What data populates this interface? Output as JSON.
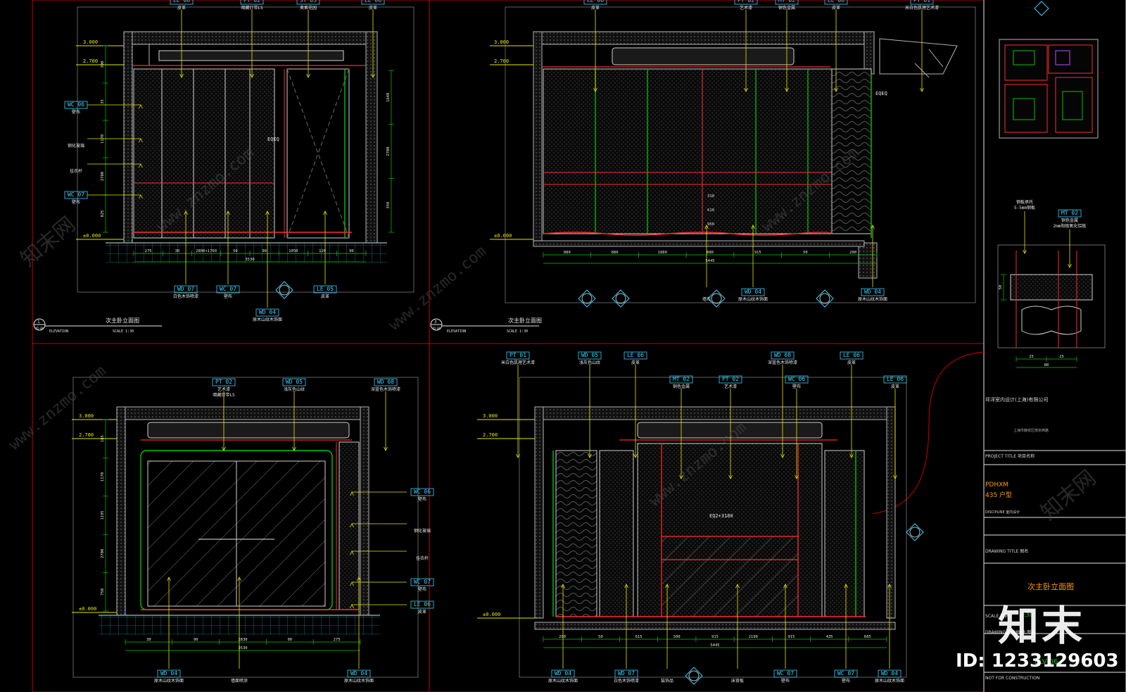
{
  "quadrant_labels": {
    "q1": {
      "number": "1",
      "ref": "ID-06",
      "title_cn": "次主卧立面图",
      "type": "ELEVATION",
      "scale": "SCALE  1:30"
    },
    "q3": {
      "number": "3",
      "ref": "ID-06",
      "title_cn": "次主卧立面图",
      "type": "ELEVATION",
      "scale": "SCALE  1:30"
    }
  },
  "levels": {
    "top": "3.000",
    "ceiling": "2.700",
    "floor": "±0.000"
  },
  "elevation_1": {
    "tags_top": [
      {
        "code": "LE 06",
        "desc": "皮革"
      },
      {
        "code": "PT 02",
        "desc": "暗藏灯带LS"
      },
      {
        "code": "ST 03",
        "desc": "奥索花园"
      },
      {
        "code": "LE 06",
        "desc": "皮革"
      }
    ],
    "tags_left": [
      {
        "code": "WC 06",
        "desc": "壁布"
      },
      {
        "code": "",
        "desc": "钢化玻璃"
      },
      {
        "code": "",
        "desc": "挂衣杆"
      },
      {
        "code": "WC 07",
        "desc": "壁布"
      }
    ],
    "tags_bottom": [
      {
        "code": "WD 07",
        "desc": "白色木饰喷漆"
      },
      {
        "code": "WC 07",
        "desc": "壁布"
      },
      {
        "code": "WD 04",
        "desc": "原木山纹木饰面"
      },
      {
        "code": "LE 05",
        "desc": "皮革"
      }
    ],
    "dims_bottom": [
      "275",
      "30",
      "2800+1760",
      "50",
      "90",
      "1050",
      "120",
      "90",
      "3530"
    ],
    "dims_right": [
      "1640",
      "2700",
      "350"
    ],
    "dims_left": [
      "300",
      "35",
      "1170",
      "2700",
      "825"
    ],
    "marker": "EQEQ"
  },
  "elevation_3": {
    "tags_top": [
      {
        "code": "LE 06",
        "desc": "皮革"
      },
      {
        "code": "PT 02",
        "desc": "艺术漆"
      },
      {
        "code": "MT 02",
        "desc": "铜色金属"
      },
      {
        "code": "LE 06",
        "desc": "皮革"
      },
      {
        "code": "PT 01",
        "desc": "米白色肌理艺术漆"
      }
    ],
    "tags_bottom": [
      {
        "code": "",
        "desc": "墙布"
      },
      {
        "code": "WD 04",
        "desc": "原木山纹木饰面"
      },
      {
        "code": "WD 04",
        "desc": "原木山纹木饰面"
      }
    ],
    "dims_bottom": [
      "880",
      "880",
      "1880",
      "880",
      "915",
      "50",
      "200",
      "5445"
    ],
    "dims_inner": [
      "310",
      "610",
      "950"
    ],
    "marker": "EQEQ"
  },
  "elevation_2": {
    "tags_top": [
      {
        "code": "PT 02",
        "desc": "艺术漆",
        "sub": "暗藏灯带LS"
      },
      {
        "code": "WD 05",
        "desc": "浅灰色山纹"
      },
      {
        "code": "WD 08",
        "desc": "深蓝色木饰喷漆"
      }
    ],
    "tags_right": [
      {
        "code": "WC 06",
        "desc": "壁布"
      },
      {
        "code": "",
        "desc": "钢化玻璃"
      },
      {
        "code": "",
        "desc": "挂衣杆"
      },
      {
        "code": "WC 07",
        "desc": "壁布"
      },
      {
        "code": "LE 06",
        "desc": "皮革"
      }
    ],
    "tags_bottom": [
      {
        "code": "WD 04",
        "desc": "原木山纹木饰面"
      },
      {
        "code": "",
        "desc": "墙面喷涂"
      },
      {
        "code": "WD 04",
        "desc": "原木山纹木饰面"
      }
    ],
    "dims_bottom": [
      "30",
      "90",
      "2830",
      "90",
      "275",
      "3530"
    ],
    "dims_left": [
      "185",
      "1170",
      "1195",
      "2700",
      "750"
    ]
  },
  "elevation_4": {
    "tags_top_row1": [
      {
        "code": "PT 01",
        "desc": "米白色肌理艺术漆"
      },
      {
        "code": "WD 05",
        "desc": "浅灰色山纹"
      },
      {
        "code": "LE 06",
        "desc": "皮革"
      },
      {
        "code": "WD 08",
        "desc": "深蓝色木饰喷漆"
      },
      {
        "code": "LE 06",
        "desc": "皮革"
      }
    ],
    "tags_top_row2": [
      {
        "code": "MT 02",
        "desc": "铜色金属"
      },
      {
        "code": "PT 02",
        "desc": "艺术漆"
      },
      {
        "code": "WC 06",
        "desc": "壁布"
      },
      {
        "code": "LE 06",
        "desc": "皮革"
      }
    ],
    "tags_bottom": [
      {
        "code": "WD 04",
        "desc": "原木山纹木饰面"
      },
      {
        "code": "WD 07",
        "desc": "白色木饰喷漆"
      },
      {
        "code": "",
        "desc": "装饰品"
      },
      {
        "code": "",
        "desc": "床背板"
      },
      {
        "code": "WC 07",
        "desc": "壁布"
      },
      {
        "code": "WC 07",
        "desc": "壁布"
      },
      {
        "code": "WD 04",
        "desc": "原木山纹木饰面"
      }
    ],
    "dims_bottom": [
      "200",
      "50",
      "615",
      "500",
      "915",
      "2190",
      "915",
      "435",
      "665",
      "5445"
    ],
    "marker": "EQ2+3180"
  },
  "detail": {
    "tags": [
      {
        "code": "",
        "desc": "钢板承托",
        "sub": "5-5mm钢板"
      },
      {
        "code": "MT 02",
        "desc": "铜色金属",
        "sub": "2mm阳极氧化铝板"
      }
    ],
    "dims": [
      "25",
      "25",
      "80",
      "50"
    ]
  },
  "title_block": {
    "company": "坪洋室内设计(上海)有限公司",
    "company_sub": "上海市静安区南京西路",
    "project_label": "PROJECT TITLE",
    "project_cn": "项目名称",
    "project_code": "PDHXM",
    "project_type": "435 户型",
    "discipline_label": "DISCIPLINE",
    "discipline_cn": "室内设计",
    "drawing_title_label": "DRAWING TITLE",
    "drawing_title_cn": "图名",
    "drawing_title": "次主卧立面图",
    "scale_label": "SCALE",
    "scale_cn": "比例",
    "scale_value": "1:30",
    "drawing_number_label": "DRAWING NUMBER",
    "drawing_number_cn": "图号",
    "drawing_number": "ELV-06",
    "status": "NOT FOR CONSTRUCTION"
  },
  "watermark": {
    "logo": "知末",
    "id_label": "ID: 1233129603",
    "site_cn": "知末网",
    "site": "www.znzmo.com"
  },
  "colors": {
    "background": "#000000",
    "frame_red": "#c80000",
    "leader_yellow": "#e6e600",
    "tag_cyan": "#3ad0ff",
    "dim_green": "#00c800",
    "wall_grey": "#b4b4b4",
    "panel_red": "#ff2a2a",
    "floor_cyan": "#00a8b8",
    "text_white": "#e6e6e6"
  }
}
